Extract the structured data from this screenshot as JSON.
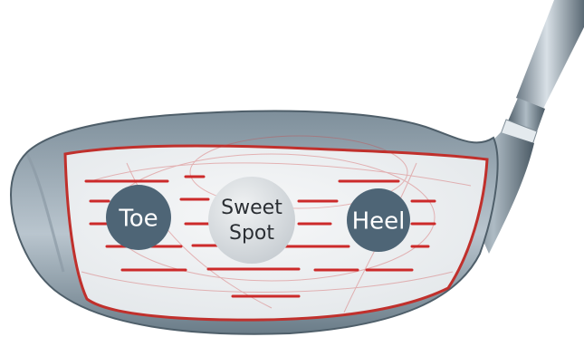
{
  "diagram": {
    "subject": "golf-driver-clubface",
    "spots": [
      {
        "id": "toe",
        "label": "Toe"
      },
      {
        "id": "sweet",
        "label_line1": "Sweet",
        "label_line2": "Spot"
      },
      {
        "id": "heel",
        "label": "Heel"
      }
    ]
  },
  "colors": {
    "club_dark": "#5d6f7b",
    "club_light": "#c9d4dc",
    "face": "#eef0f2",
    "score_lines": "#cc2a2a",
    "face_outline": "#c0302c",
    "toe_heel_circle": "#4e6576",
    "sweet_circle": "#dde1e4",
    "label_light": "#ffffff",
    "label_dark": "#2a2e33"
  }
}
